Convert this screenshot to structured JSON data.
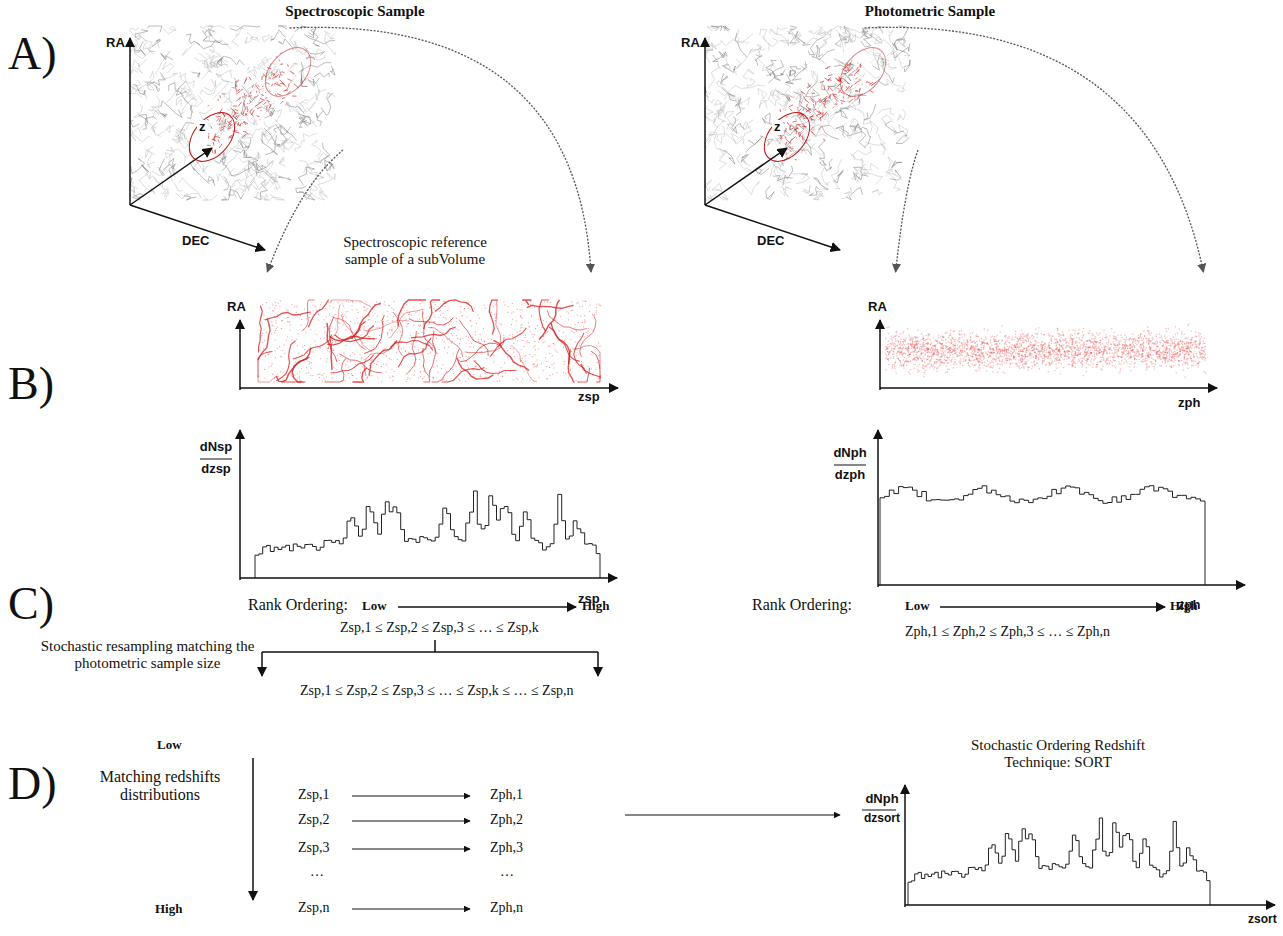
{
  "diagram": {
    "nodes": [
      {
        "text": [
          "RA",
          "z",
          "DEC"
        ]
      },
      {
        "text": [
          "Spectroscopic reference sample of a subVolume",
          "RA",
          "zsp"
        ]
      },
      {
        "text": [
          "RA",
          "z",
          "DEC"
        ]
      },
      {
        "text": [
          "RA",
          "zph"
        ]
      },
      {
        "text": [
          "Stochastic Ordering Redshift Technique: SORT",
          "dNph",
          "dzsort",
          "zsort"
        ]
      }
    ],
    "edges": [
      {
        "from": 0,
        "to": 1,
        "arrow": "to"
      },
      {
        "from": 0,
        "to": 1,
        "arrow": "to"
      },
      {
        "from": 2,
        "to": 3,
        "arrow": "to"
      },
      {
        "from": 2,
        "to": 3,
        "arrow": "to"
      }
    ],
    "labels": [
      "Spectroscopic Sample",
      "Photometric Sample",
      "A)",
      "B)",
      "C)",
      "D)",
      "dNsp",
      "dzsp",
      "zsp",
      "dNph",
      "dzph",
      "zph",
      "Rank Ordering:",
      "Low",
      "High",
      "Zsp,1 ≤ Zsp,2 ≤ Zsp,3 ≤ … ≤ Zsp,k",
      "Stochastic resampling matching the photometric sample size",
      "Zsp,1 ≤ Zsp,2 ≤ Zsp,3 ≤ … ≤ Zsp,k ≤ … ≤ Zsp,n",
      "Rank Ordering:",
      "Low",
      "High",
      "Zph,1 ≤ Zph,2 ≤ Zph,3 ≤ … ≤ Zph,n",
      "Low",
      "Matching redshifts distributions",
      "High",
      "Zsp,1",
      "Zph,1",
      "Zsp,2",
      "Zph,2",
      "Zsp,3",
      "Zph,3",
      "…",
      "…",
      "Zsp,n",
      "Zph,n"
    ]
  }
}
